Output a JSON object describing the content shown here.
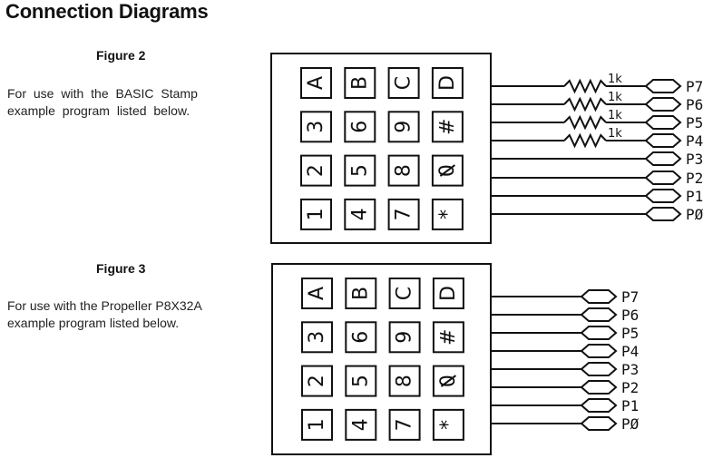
{
  "page": {
    "title": "Connection Diagrams"
  },
  "figures": [
    {
      "label": "Figure 2",
      "description_line1": "For use with the BASIC Stamp",
      "description_line2": "example program listed below.",
      "keypad_rows": [
        [
          "A",
          "B",
          "C",
          "D"
        ],
        [
          "3",
          "6",
          "9",
          "#"
        ],
        [
          "2",
          "5",
          "8",
          "0"
        ],
        [
          "1",
          "4",
          "7",
          "*"
        ]
      ],
      "pins": [
        "P7",
        "P6",
        "P5",
        "P4",
        "P3",
        "P2",
        "P1",
        "P0"
      ],
      "resistors": [
        {
          "pin": "P7",
          "value": "1k"
        },
        {
          "pin": "P6",
          "value": "1k"
        },
        {
          "pin": "P5",
          "value": "1k"
        },
        {
          "pin": "P4",
          "value": "1k"
        }
      ]
    },
    {
      "label": "Figure 3",
      "description_line1": "For use with the Propeller P8X32A",
      "description_line2": "example program listed below.",
      "keypad_rows": [
        [
          "A",
          "B",
          "C",
          "D"
        ],
        [
          "3",
          "6",
          "9",
          "#"
        ],
        [
          "2",
          "5",
          "8",
          "0"
        ],
        [
          "1",
          "4",
          "7",
          "*"
        ]
      ],
      "pins": [
        "P7",
        "P6",
        "P5",
        "P4",
        "P3",
        "P2",
        "P1",
        "P0"
      ],
      "resistors": []
    }
  ],
  "colors": {
    "ink": "#111111",
    "background": "#ffffff"
  }
}
